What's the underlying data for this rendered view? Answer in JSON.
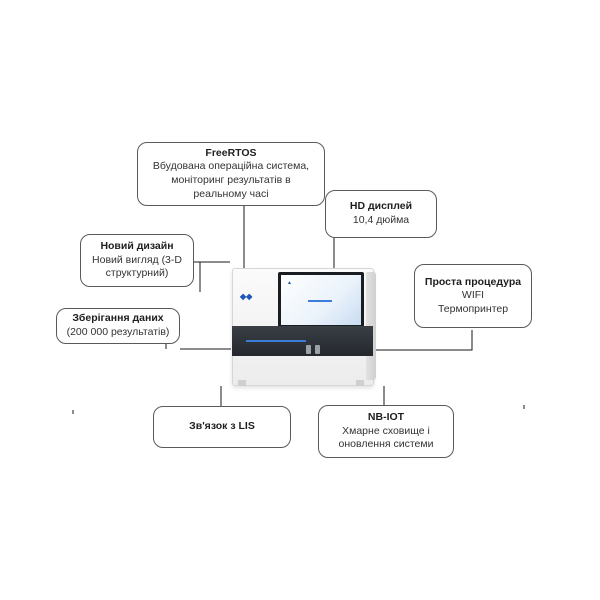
{
  "callouts": {
    "freertos": {
      "title": "FreeRTOS",
      "lines": [
        "Вбудована операційна система,",
        "моніторинг результатів в",
        "реальному часі"
      ]
    },
    "hd_display": {
      "title": "HD дисплей",
      "lines": [
        "10,4 дюйма"
      ]
    },
    "new_design": {
      "title": "Новий дизайн",
      "lines": [
        "Новий вигляд (3-D",
        "структурний)"
      ]
    },
    "storage": {
      "title": "Зберігання даних",
      "lines": [
        "(200 000 результатів)"
      ]
    },
    "simple_procedure": {
      "title": "Проста процедура",
      "lines": [
        "WIFI",
        "Термопринтер"
      ]
    },
    "lis": {
      "title": "Зв'язок з LIS",
      "lines": []
    },
    "nbiot": {
      "title": "NB-IOT",
      "lines": [
        "Хмарне сховище і",
        "оновлення системи"
      ]
    }
  },
  "colors": {
    "accent_blue": "#3b7dd8",
    "connector": "#1a1a1a",
    "box_border": "#5a5a5a"
  }
}
